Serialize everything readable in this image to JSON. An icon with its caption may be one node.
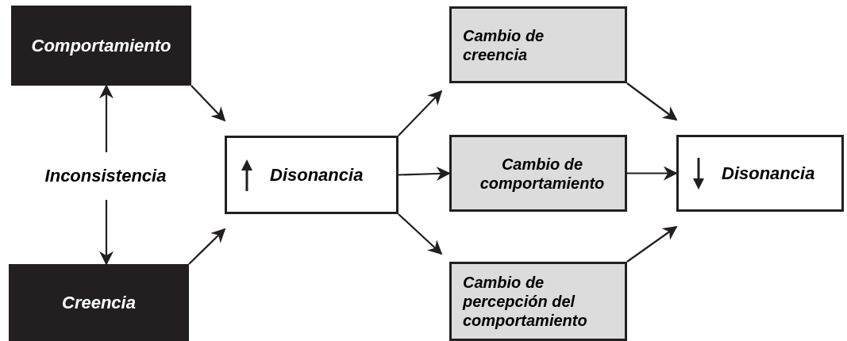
{
  "diagram": {
    "nodes": [
      {
        "text": [
          "Comportamiento"
        ]
      },
      {
        "text": [
          "Inconsistencia"
        ]
      },
      {
        "text": [
          "Creencia"
        ]
      },
      {
        "text": [
          "Disonancia"
        ]
      },
      {
        "text": [
          "Cambio de creencia"
        ]
      },
      {
        "text": [
          "Cambio de comportamiento"
        ]
      },
      {
        "text": [
          "Cambio de percepción del comportamiento"
        ]
      },
      {
        "text": [
          "Disonancia"
        ]
      }
    ],
    "edges": [
      {
        "from": 1,
        "to": 0,
        "arrow": "to"
      },
      {
        "from": 1,
        "to": 2,
        "arrow": "to"
      },
      {
        "from": 0,
        "to": 3,
        "arrow": "to"
      },
      {
        "from": 2,
        "to": 3,
        "arrow": "to"
      },
      {
        "from": 3,
        "to": 4,
        "arrow": "to"
      },
      {
        "from": 3,
        "to": 5,
        "arrow": "to"
      },
      {
        "from": 3,
        "to": 6,
        "arrow": "to"
      },
      {
        "from": 4,
        "to": 7,
        "arrow": "to"
      },
      {
        "from": 5,
        "to": 7,
        "arrow": "to"
      },
      {
        "from": 6,
        "to": 7,
        "arrow": "to"
      }
    ]
  }
}
